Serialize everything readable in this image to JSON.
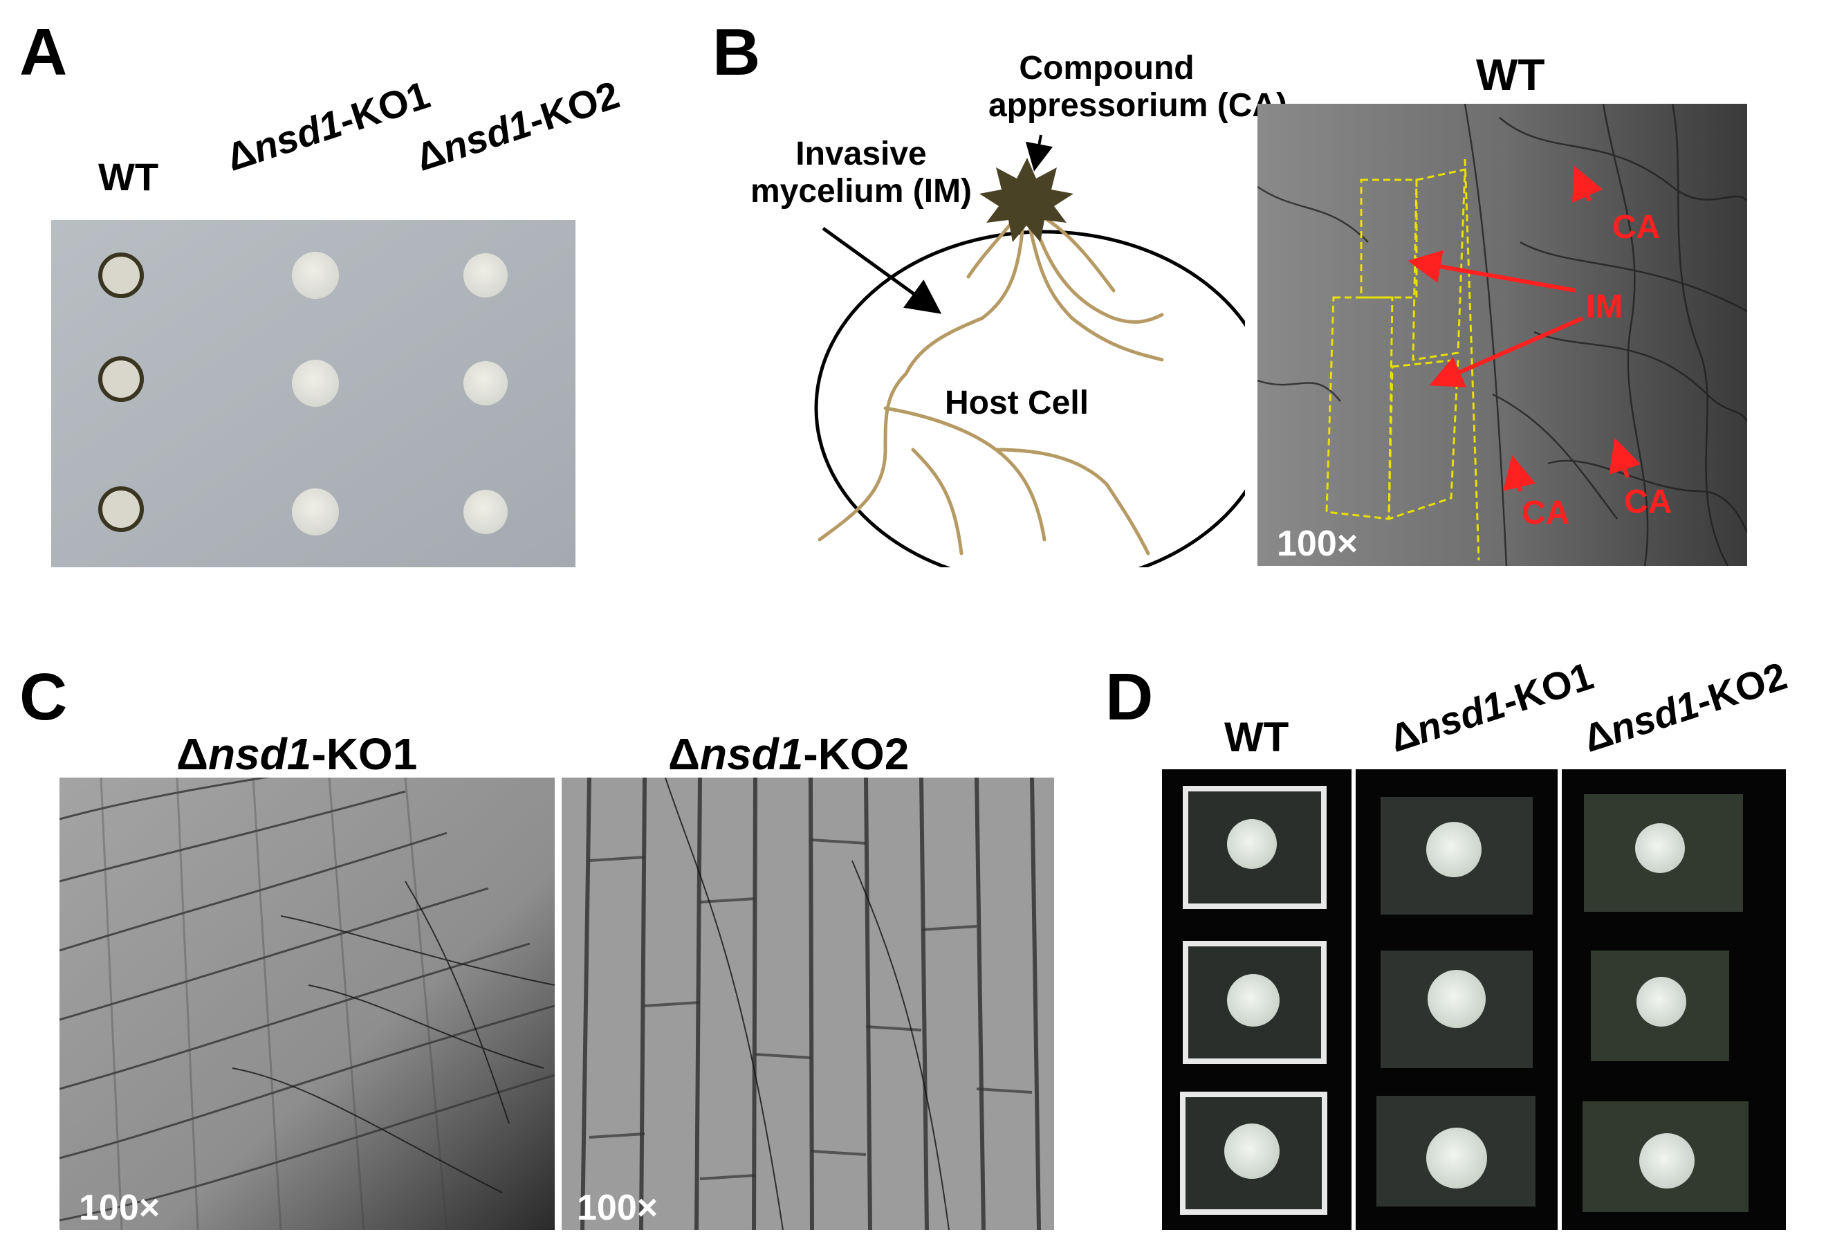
{
  "panels": {
    "A": {
      "letter": "A",
      "strains": [
        {
          "prefix": "",
          "italic": "",
          "suffix": "WT"
        },
        {
          "prefix": "Δ",
          "italic": "nsd1",
          "suffix": "-KO1"
        },
        {
          "prefix": "Δ",
          "italic": "nsd1",
          "suffix": "-KO2"
        }
      ]
    },
    "B": {
      "letter": "B",
      "diagram": {
        "compound_line1": "Compound",
        "compound_line2": "appressorium (CA)",
        "invasive_line1": "Invasive",
        "invasive_line2": "mycelium (IM)",
        "host_cell": "Host Cell"
      },
      "micro_title": "WT",
      "arrow_labels": {
        "ca": "CA",
        "im": "IM"
      },
      "magnification": "100×"
    },
    "C": {
      "letter": "C",
      "images": [
        {
          "prefix": "Δ",
          "italic": "nsd1",
          "suffix": "-KO1",
          "magnification": "100×"
        },
        {
          "prefix": "Δ",
          "italic": "nsd1",
          "suffix": "-KO2",
          "magnification": "100×"
        }
      ]
    },
    "D": {
      "letter": "D",
      "strains": [
        {
          "prefix": "",
          "italic": "",
          "suffix": "WT"
        },
        {
          "prefix": "Δ",
          "italic": "nsd1",
          "suffix": "-KO1"
        },
        {
          "prefix": "Δ",
          "italic": "nsd1",
          "suffix": "-KO2"
        }
      ]
    }
  },
  "colors": {
    "annotation_red": "#ff2020",
    "outline_yellow": "#e8e000",
    "hypha_tan": "#b59a64",
    "appressorium_dark": "#4a4224"
  }
}
